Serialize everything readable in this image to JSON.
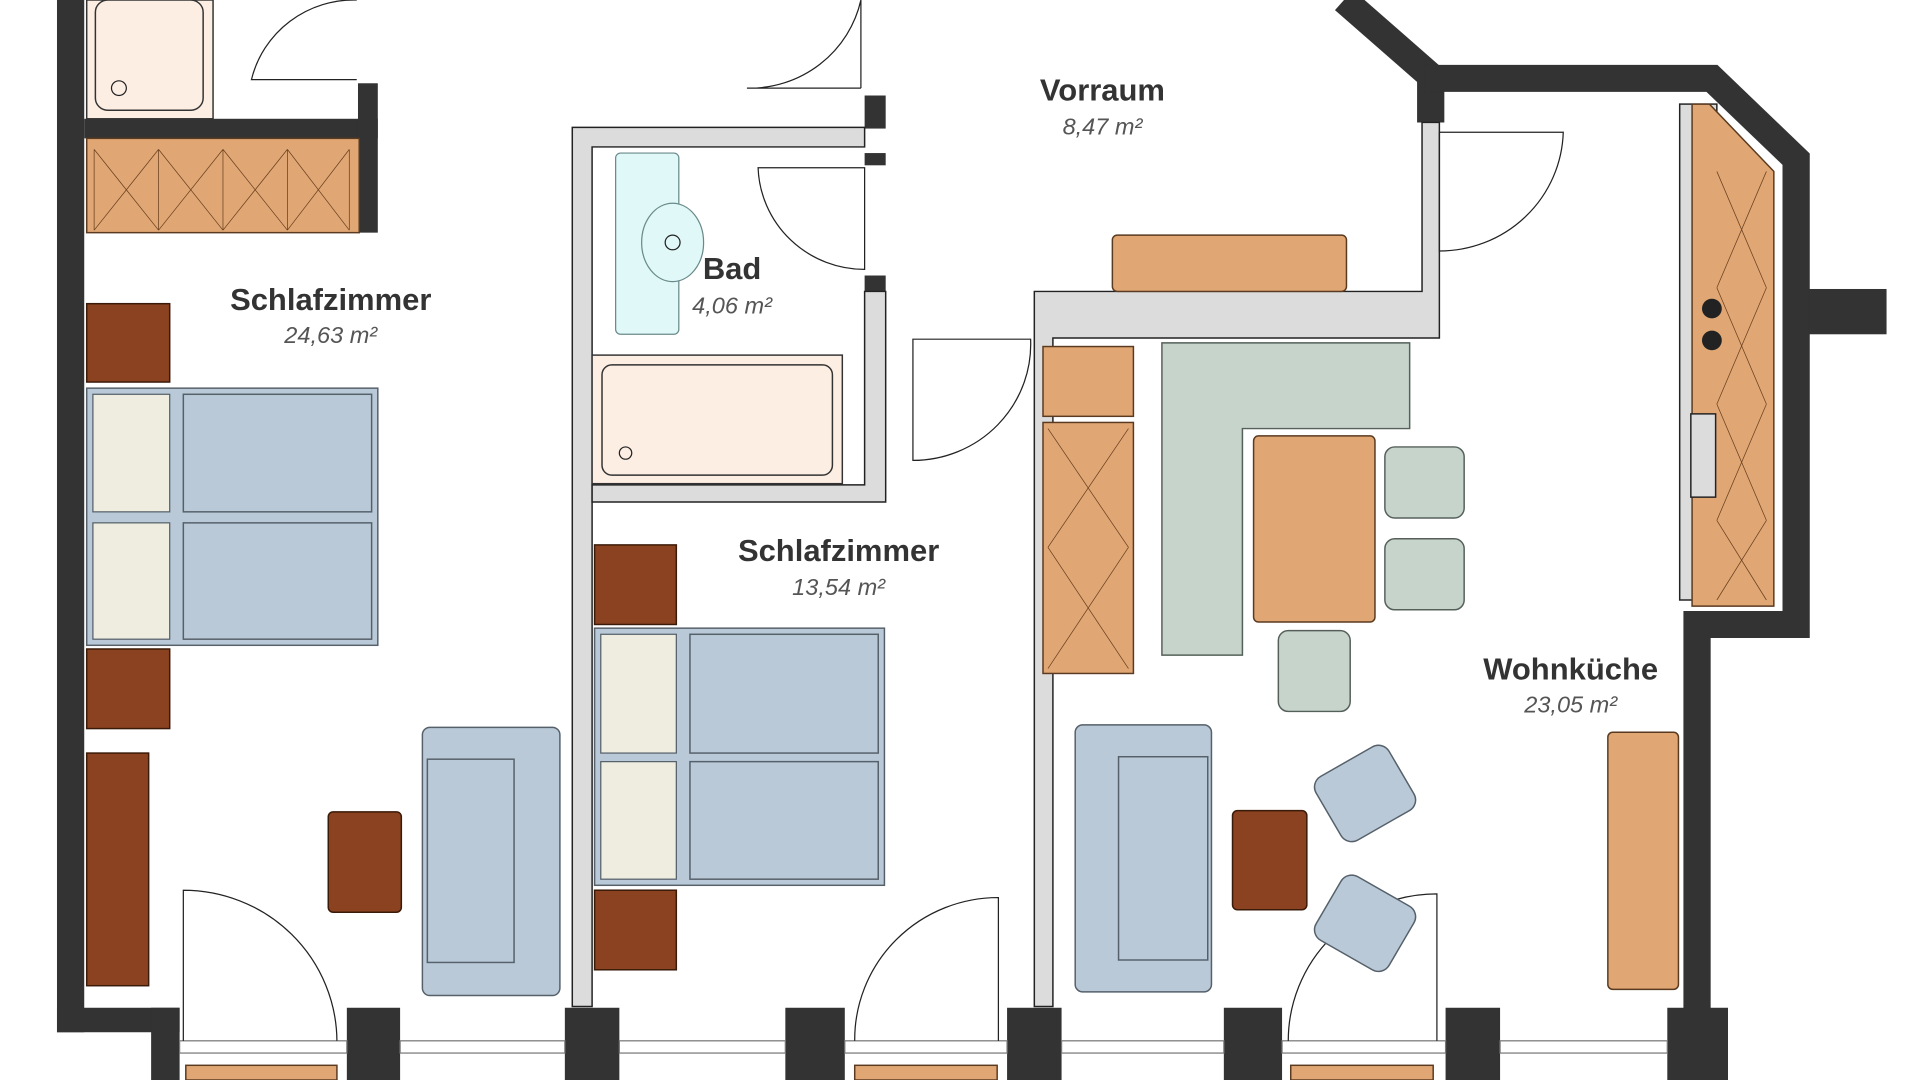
{
  "rooms": {
    "vorraum": {
      "name": "Vorraum",
      "area": "8,47 m²"
    },
    "bad": {
      "name": "Bad",
      "area": "4,06 m²"
    },
    "schlafzimmer1": {
      "name": "Schlafzimmer",
      "area": "24,63 m²"
    },
    "schlafzimmer2": {
      "name": "Schlafzimmer",
      "area": "13,54 m²"
    },
    "wohnkueche": {
      "name": "Wohnküche",
      "area": "23,05 m²"
    }
  },
  "colors": {
    "wall": "#333333",
    "partition": "#dcdcdc",
    "cabinet": "#e0a673",
    "wood": "#8a4220",
    "fabric": "#b9c9d7",
    "bench": "#c6d4cc"
  }
}
